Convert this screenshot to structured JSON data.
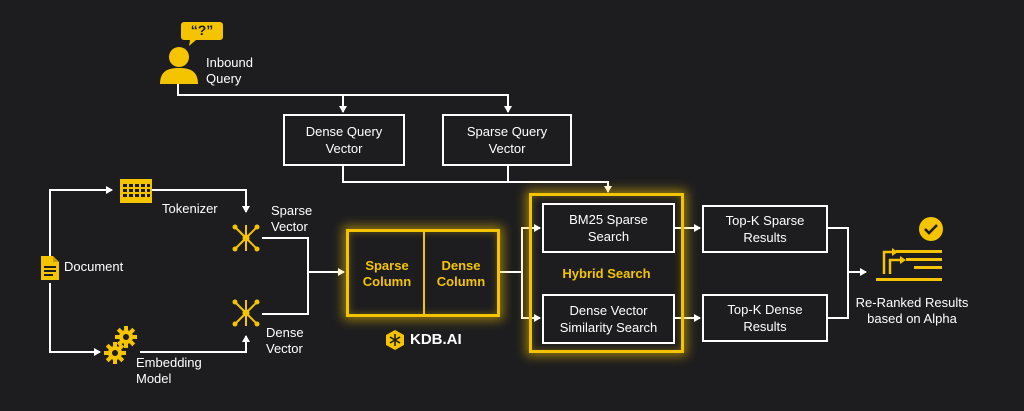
{
  "inbound_query": {
    "bubble": "“?”",
    "label_line1": "Inbound",
    "label_line2": "Query"
  },
  "dense_query_vector": {
    "line1": "Dense Query",
    "line2": "Vector"
  },
  "sparse_query_vector": {
    "line1": "Sparse Query",
    "line2": "Vector"
  },
  "document": {
    "label": "Document"
  },
  "tokenizer": {
    "label": "Tokenizer"
  },
  "embedding_model": {
    "line1": "Embedding",
    "line2": "Model"
  },
  "sparse_vector": {
    "line1": "Sparse",
    "line2": "Vector"
  },
  "dense_vector": {
    "line1": "Dense",
    "line2": "Vector"
  },
  "kdbai_table": {
    "sparse_column": {
      "line1": "Sparse",
      "line2": "Column"
    },
    "dense_column": {
      "line1": "Dense",
      "line2": "Column"
    },
    "logo_text": "KDB.AI"
  },
  "hybrid_search": {
    "label": "Hybrid Search",
    "bm25": {
      "line1": "BM25 Sparse",
      "line2": "Search"
    },
    "dense_similarity": {
      "line1": "Dense Vector",
      "line2": "Similarity Search"
    }
  },
  "topk_sparse": {
    "line1": "Top-K Sparse",
    "line2": "Results"
  },
  "topk_dense": {
    "line1": "Top-K Dense",
    "line2": "Results"
  },
  "reranked": {
    "line1": "Re-Ranked Results",
    "line2": "based on Alpha"
  },
  "colors": {
    "accent": "#f5c400",
    "background": "#1d1d1f",
    "line": "#ffffff"
  },
  "icons": [
    "user-icon",
    "speech-bubble-icon",
    "document-icon",
    "tokenizer-grid-icon",
    "gears-icon",
    "vector-node-icon",
    "kdbai-logo-icon",
    "ranked-results-icon",
    "checkmark-icon"
  ]
}
